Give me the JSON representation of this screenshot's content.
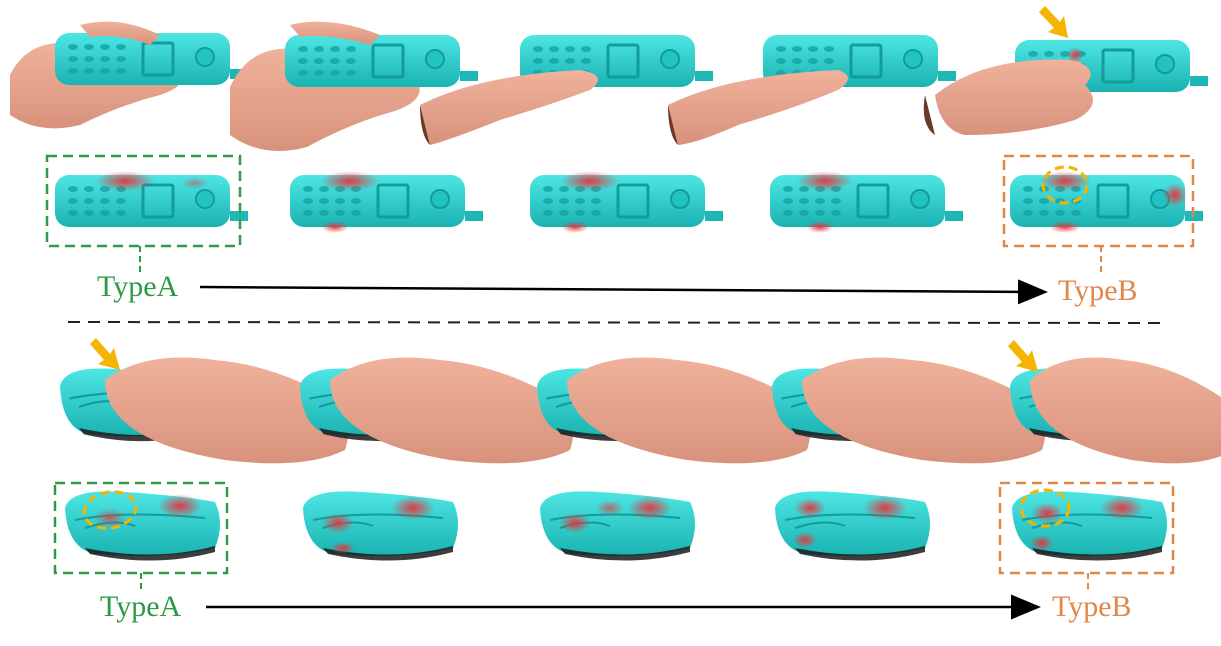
{
  "figure": {
    "top": {
      "label_left": "TypeA",
      "label_right": "TypeB"
    },
    "bottom": {
      "label_left": "TypeA",
      "label_right": "TypeB"
    }
  },
  "colors": {
    "object": "#2ed8d6",
    "object_shade": "#1fb7b6",
    "contact": "#e8333a",
    "hand": "#e9a58f",
    "hand_shade": "#cf8a75",
    "typeA": "#2e9a46",
    "typeB": "#e0874a",
    "pointer_arrow": "#f5b400",
    "contact_ring": "#f5b400",
    "divider": "#222222"
  },
  "icons": {
    "object_top": "phone-object",
    "object_bottom": "mouse-object",
    "hand": "hand-shape",
    "pointer": "orange-pointer-arrow"
  }
}
